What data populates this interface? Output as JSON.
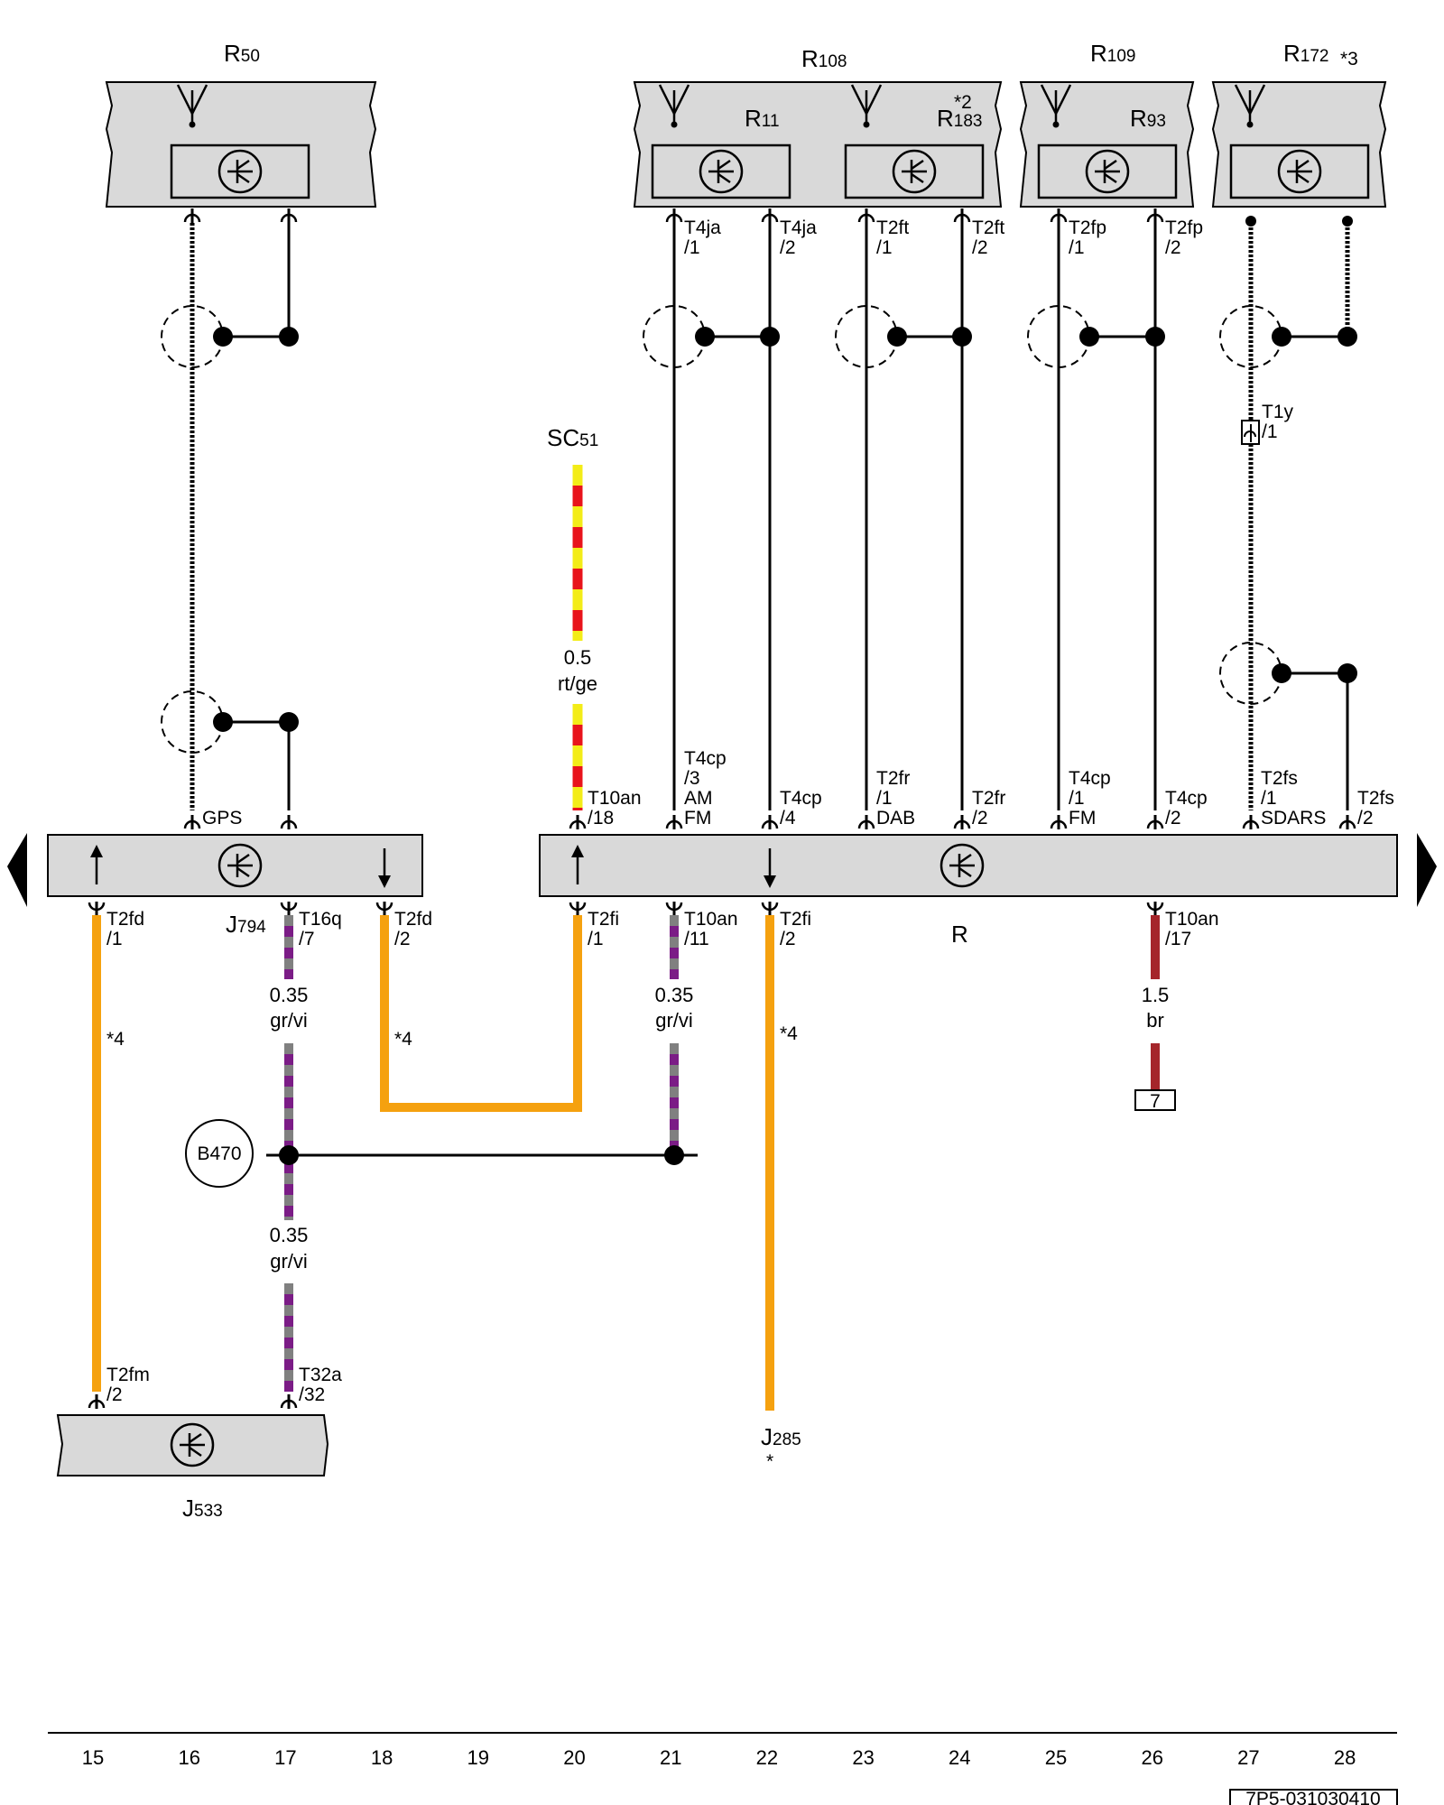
{
  "components": {
    "r50": {
      "main": "R",
      "sub": "50"
    },
    "r108": {
      "main": "R",
      "sub": "108"
    },
    "r109": {
      "main": "R",
      "sub": "109"
    },
    "r172": {
      "main": "R",
      "sub": "172",
      "note": "*3"
    },
    "r11": {
      "main": "R",
      "sub": "11"
    },
    "r183": {
      "main": "R",
      "sub": "183",
      "note": "*2"
    },
    "r93": {
      "main": "R",
      "sub": "93"
    },
    "sc51": {
      "main": "SC",
      "sub": "51"
    },
    "j794": {
      "main": "J",
      "sub": "794"
    },
    "r": {
      "main": "R"
    },
    "j533": {
      "main": "J",
      "sub": "533"
    },
    "j285": {
      "main": "J",
      "sub": "285",
      "note": "*"
    },
    "b470": {
      "main": "B470"
    }
  },
  "connectors": {
    "t4ja_1": {
      "a": "T4ja",
      "b": "/1"
    },
    "t4ja_2": {
      "a": "T4ja",
      "b": "/2"
    },
    "t2ft_1": {
      "a": "T2ft",
      "b": "/1"
    },
    "t2ft_2": {
      "a": "T2ft",
      "b": "/2"
    },
    "t2fp_1": {
      "a": "T2fp",
      "b": "/1"
    },
    "t2fp_2": {
      "a": "T2fp",
      "b": "/2"
    },
    "t1y_1": {
      "a": "T1y",
      "b": "/1"
    },
    "gps": {
      "a": "GPS"
    },
    "t10an_18": {
      "a": "T10an",
      "b": "/18"
    },
    "t4cp_3": {
      "a": "T4cp",
      "b": "/3",
      "c": "AM",
      "d": "FM"
    },
    "t4cp_4": {
      "a": "T4cp",
      "b": "/4"
    },
    "t2fr_1": {
      "a": "T2fr",
      "b": "/1",
      "c": "DAB"
    },
    "t2fr_2": {
      "a": "T2fr",
      "b": "/2"
    },
    "t4cp_1": {
      "a": "T4cp",
      "b": "/1",
      "c": "FM"
    },
    "t4cp_2": {
      "a": "T4cp",
      "b": "/2"
    },
    "t2fs_1": {
      "a": "T2fs",
      "b": "/1",
      "c": "SDARS"
    },
    "t2fs_2": {
      "a": "T2fs",
      "b": "/2"
    },
    "t2fd_1": {
      "a": "T2fd",
      "b": "/1"
    },
    "t16q_7": {
      "a": "T16q",
      "b": "/7"
    },
    "t2fd_2": {
      "a": "T2fd",
      "b": "/2"
    },
    "t2fi_1": {
      "a": "T2fi",
      "b": "/1"
    },
    "t10an_11": {
      "a": "T10an",
      "b": "/11"
    },
    "t2fi_2": {
      "a": "T2fi",
      "b": "/2"
    },
    "t10an_17": {
      "a": "T10an",
      "b": "/17"
    },
    "t2fm_2": {
      "a": "T2fm",
      "b": "/2"
    },
    "t32a_32": {
      "a": "T32a",
      "b": "/32"
    }
  },
  "wires": {
    "sc51_wire": {
      "size": "0.5",
      "color": "rt/ge"
    },
    "j794_wire_top": {
      "size": "0.35",
      "color": "gr/vi"
    },
    "j794_wire_bottom": {
      "size": "0.35",
      "color": "gr/vi"
    },
    "r_wire_11": {
      "size": "0.35",
      "color": "gr/vi"
    },
    "r_wire_17": {
      "size": "1.5",
      "color": "br"
    }
  },
  "notes": {
    "n4a": "*4",
    "n4b": "*4",
    "n4c": "*4"
  },
  "ground": {
    "number": "7"
  },
  "columns": [
    "15",
    "16",
    "17",
    "18",
    "19",
    "20",
    "21",
    "22",
    "23",
    "24",
    "25",
    "26",
    "27",
    "28"
  ],
  "footer_code": "7P5-031030410",
  "colors": {
    "box_fill": "#d9d9d9",
    "orange": "#f5a10f",
    "red": "#e8141b",
    "yellow": "#f3ec18",
    "grey": "#808080",
    "violet": "#7b1c86",
    "brown": "#a5262b"
  }
}
